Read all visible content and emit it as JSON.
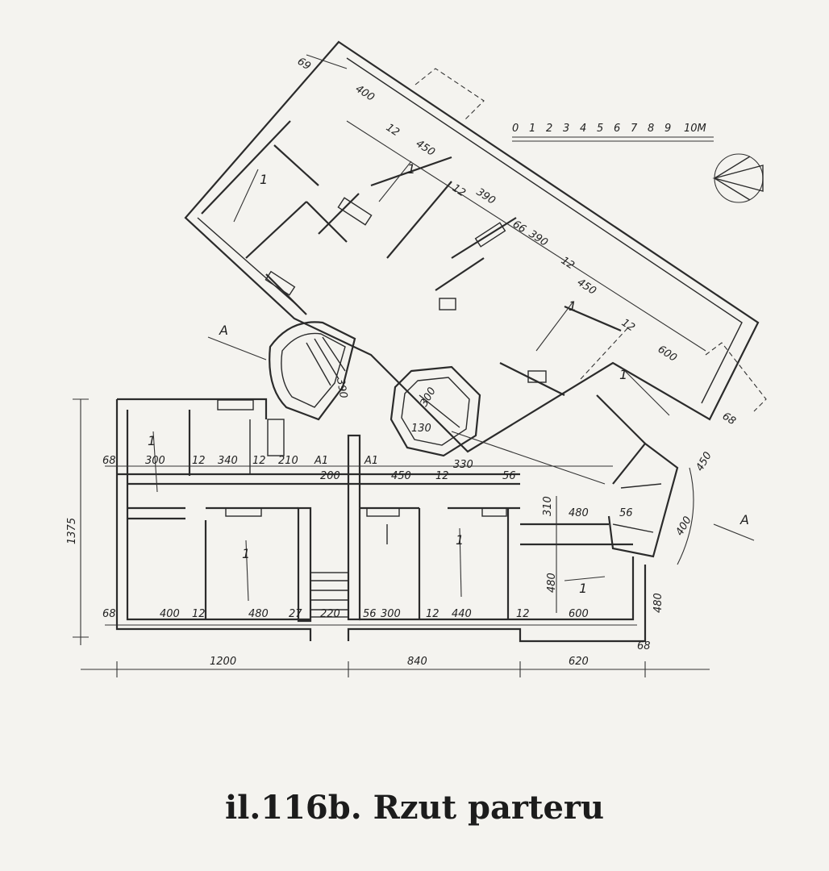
{
  "caption": "il.116b. Rzut parteru",
  "scale_bar": {
    "ticks": [
      "0",
      "1",
      "2",
      "3",
      "4",
      "5",
      "6",
      "7",
      "8",
      "9",
      "10M"
    ]
  },
  "section_markers": [
    "A",
    "A"
  ],
  "icons": {
    "north": "north-arrow-icon",
    "section": "section-marker-icon"
  },
  "dimensions": {
    "bottom": [
      "1200",
      "840",
      "620"
    ],
    "left_total": "1375",
    "lower_block_top": [
      "68",
      "300",
      "12",
      "340",
      "12",
      "210",
      "A1",
      "A1",
      "200",
      "450",
      "12",
      "330",
      "56"
    ],
    "lower_block_bottom": [
      "68",
      "400",
      "12",
      "480",
      "27",
      "220",
      "56",
      "300",
      "12",
      "440",
      "12",
      "600"
    ],
    "lower_block_right": [
      "310",
      "480",
      "56",
      "480",
      "68",
      "480",
      "620"
    ],
    "upper_wing": [
      "69",
      "400",
      "12",
      "450",
      "12",
      "390",
      "66",
      "390",
      "12",
      "450",
      "12",
      "600",
      "68",
      "450",
      "400"
    ],
    "stair": [
      "390",
      "300",
      "130"
    ]
  },
  "room_marks": [
    "1",
    "1",
    "1",
    "1",
    "1",
    "1",
    "1",
    "1"
  ]
}
